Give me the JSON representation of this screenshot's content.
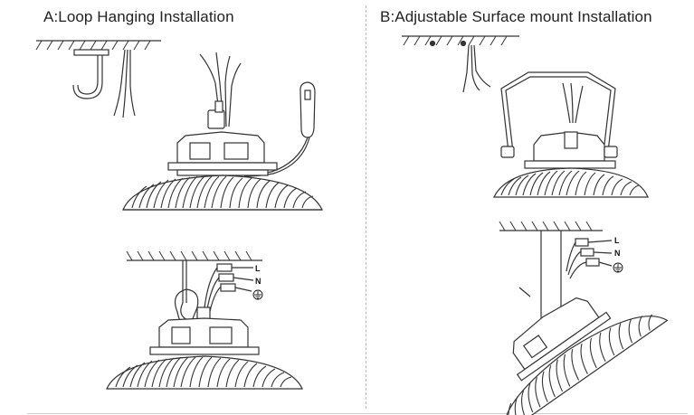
{
  "panels": {
    "a": {
      "title": "A:Loop Hanging Installation"
    },
    "b": {
      "title": "B:Adjustable Surface mount Installation"
    }
  },
  "wire_labels": {
    "line": "L",
    "neutral": "N",
    "ground_icon": "ground-symbol"
  }
}
